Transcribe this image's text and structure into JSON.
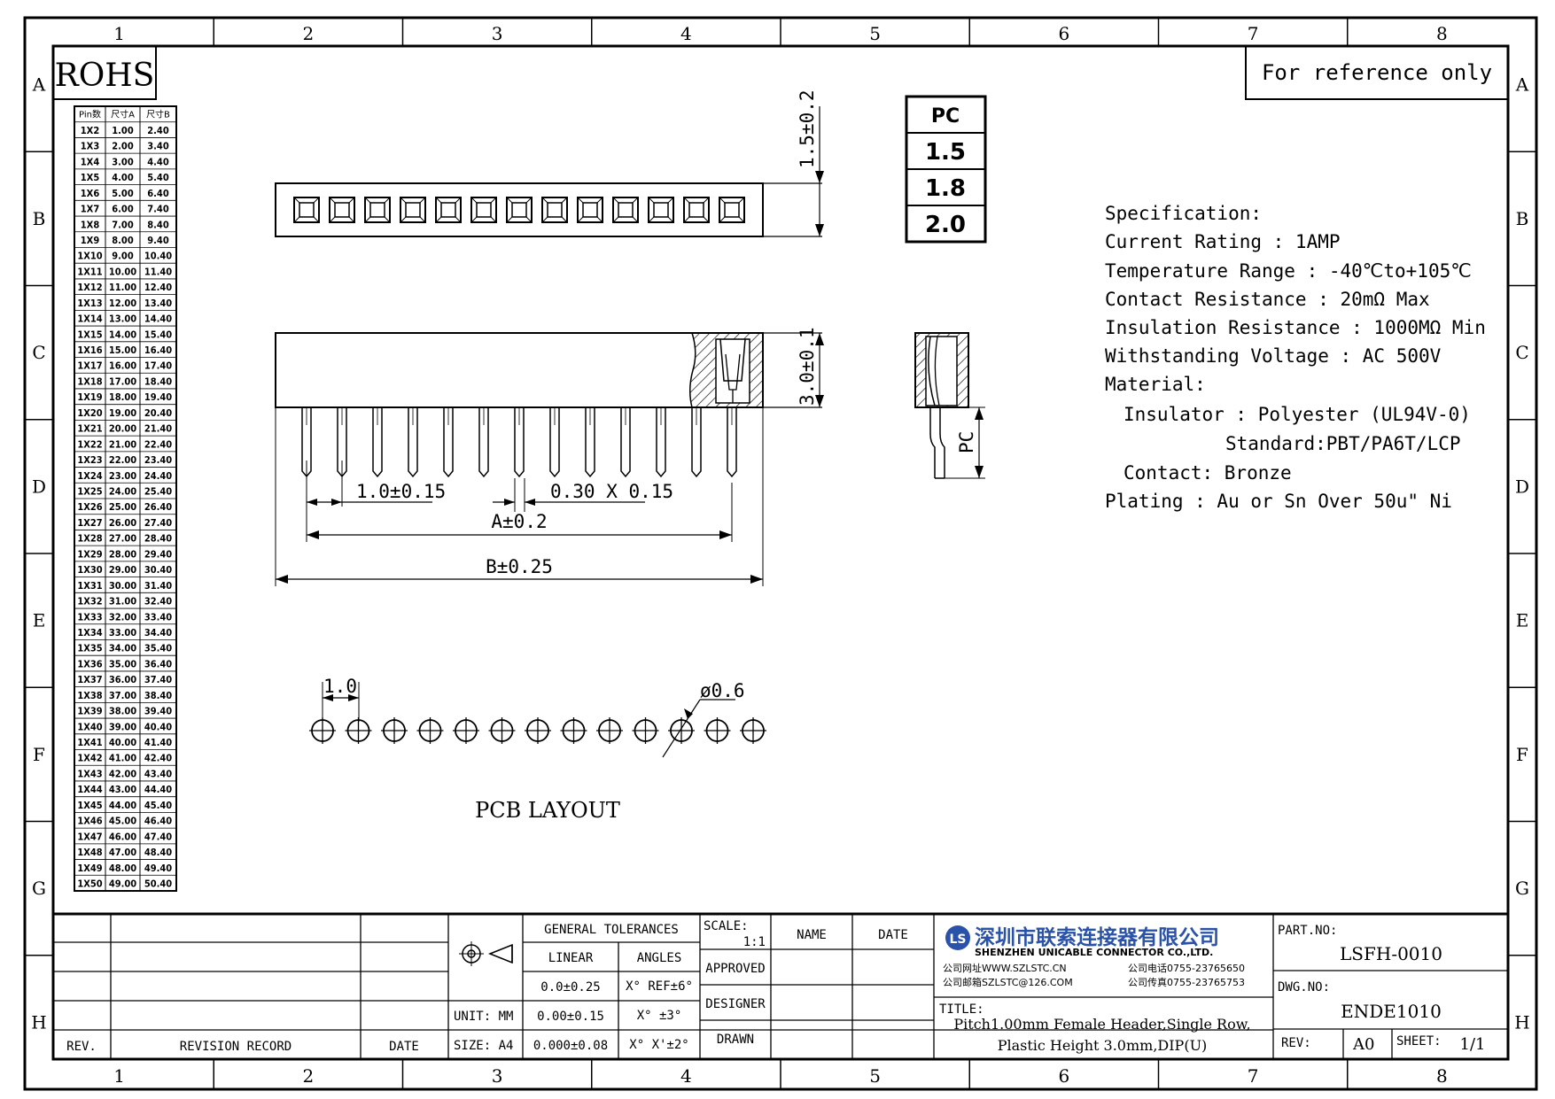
{
  "frame": {
    "col_labels": [
      "1",
      "2",
      "3",
      "4",
      "5",
      "6",
      "7",
      "8"
    ],
    "row_labels": [
      "A",
      "B",
      "C",
      "D",
      "E",
      "F",
      "G",
      "H"
    ]
  },
  "badges": {
    "rohs": "ROHS",
    "reference": "For reference only"
  },
  "pin_table": {
    "headers": [
      "Pin数",
      "尺寸A",
      "尺寸B"
    ],
    "rows": [
      [
        "1X2",
        "1.00",
        "2.40"
      ],
      [
        "1X3",
        "2.00",
        "3.40"
      ],
      [
        "1X4",
        "3.00",
        "4.40"
      ],
      [
        "1X5",
        "4.00",
        "5.40"
      ],
      [
        "1X6",
        "5.00",
        "6.40"
      ],
      [
        "1X7",
        "6.00",
        "7.40"
      ],
      [
        "1X8",
        "7.00",
        "8.40"
      ],
      [
        "1X9",
        "8.00",
        "9.40"
      ],
      [
        "1X10",
        "9.00",
        "10.40"
      ],
      [
        "1X11",
        "10.00",
        "11.40"
      ],
      [
        "1X12",
        "11.00",
        "12.40"
      ],
      [
        "1X13",
        "12.00",
        "13.40"
      ],
      [
        "1X14",
        "13.00",
        "14.40"
      ],
      [
        "1X15",
        "14.00",
        "15.40"
      ],
      [
        "1X16",
        "15.00",
        "16.40"
      ],
      [
        "1X17",
        "16.00",
        "17.40"
      ],
      [
        "1X18",
        "17.00",
        "18.40"
      ],
      [
        "1X19",
        "18.00",
        "19.40"
      ],
      [
        "1X20",
        "19.00",
        "20.40"
      ],
      [
        "1X21",
        "20.00",
        "21.40"
      ],
      [
        "1X22",
        "21.00",
        "22.40"
      ],
      [
        "1X23",
        "22.00",
        "23.40"
      ],
      [
        "1X24",
        "23.00",
        "24.40"
      ],
      [
        "1X25",
        "24.00",
        "25.40"
      ],
      [
        "1X26",
        "25.00",
        "26.40"
      ],
      [
        "1X27",
        "26.00",
        "27.40"
      ],
      [
        "1X28",
        "27.00",
        "28.40"
      ],
      [
        "1X29",
        "28.00",
        "29.40"
      ],
      [
        "1X30",
        "29.00",
        "30.40"
      ],
      [
        "1X31",
        "30.00",
        "31.40"
      ],
      [
        "1X32",
        "31.00",
        "32.40"
      ],
      [
        "1X33",
        "32.00",
        "33.40"
      ],
      [
        "1X34",
        "33.00",
        "34.40"
      ],
      [
        "1X35",
        "34.00",
        "35.40"
      ],
      [
        "1X36",
        "35.00",
        "36.40"
      ],
      [
        "1X37",
        "36.00",
        "37.40"
      ],
      [
        "1X38",
        "37.00",
        "38.40"
      ],
      [
        "1X39",
        "38.00",
        "39.40"
      ],
      [
        "1X40",
        "39.00",
        "40.40"
      ],
      [
        "1X41",
        "40.00",
        "41.40"
      ],
      [
        "1X42",
        "41.00",
        "42.40"
      ],
      [
        "1X43",
        "42.00",
        "43.40"
      ],
      [
        "1X44",
        "43.00",
        "44.40"
      ],
      [
        "1X45",
        "44.00",
        "45.40"
      ],
      [
        "1X46",
        "45.00",
        "46.40"
      ],
      [
        "1X47",
        "46.00",
        "47.40"
      ],
      [
        "1X48",
        "47.00",
        "48.40"
      ],
      [
        "1X49",
        "48.00",
        "49.40"
      ],
      [
        "1X50",
        "49.00",
        "50.40"
      ]
    ]
  },
  "pc_table": {
    "header": "PC",
    "values": [
      "1.5",
      "1.8",
      "2.0"
    ]
  },
  "dimensions": {
    "top_height": "1.5±0.2",
    "body_height": "3.0±0.1",
    "pitch": "1.0±0.15",
    "pin_size": "0.30 X 0.15",
    "dim_a": "A±0.2",
    "dim_b": "B±0.25",
    "pc_label": "PC",
    "pcb_pitch": "1.0",
    "hole_dia": "ø0.6",
    "pcb_layout": "PCB LAYOUT"
  },
  "spec": {
    "lines": [
      "Specification:",
      "Current Rating : 1AMP",
      "Temperature Range : -40℃to+105℃",
      "Contact Resistance : 20mΩ Max",
      "Insulation Resistance : 1000MΩ Min",
      "Withstanding Voltage : AC 500V",
      "Material:",
      "Insulator : Polyester (UL94V-0)",
      "Standard:PBT/PA6T/LCP",
      "Contact: Bronze",
      "Plating : Au or Sn Over 50u\" Ni"
    ]
  },
  "title_block": {
    "rev_header": "REV.",
    "revision_record": "REVISION RECORD",
    "date_header": "DATE",
    "unit": "UNIT: MM",
    "size": "SIZE: A4",
    "general_tolerances": "GENERAL TOLERANCES",
    "linear": "LINEAR",
    "angles": "ANGLES",
    "tol_linear": [
      "0.0±0.25",
      "0.00±0.15",
      "0.000±0.08"
    ],
    "tol_angles": [
      "X° REF±6°",
      "X° ±3°",
      "X° X'±2°"
    ],
    "scale_label": "SCALE:",
    "scale_value": "1:1",
    "name_header": "NAME",
    "date_header2": "DATE",
    "approved": "APPROVED",
    "designer": "DESIGNER",
    "drawn": "DRAWN",
    "company_cn": "深圳市联索连接器有限公司",
    "company_en": "SHENZHEN UNICABLE CONNECTOR CO.,LTD.",
    "website": "公司网址WWW.SZLSTC.CN",
    "email": "公司邮箱SZLSTC@126.COM",
    "phone": "公司电话0755-23765650",
    "fax": "公司传真0755-23765753",
    "title_label": "TITLE:",
    "title_line1": "Pitch1.00mm Female Header,Single Row,",
    "title_line2": "Plastic Height 3.0mm,DIP(U)",
    "part_no_label": "PART.NO:",
    "part_no": "LSFH-0010",
    "dwg_no_label": "DWG.NO:",
    "dwg_no": "ENDE1010",
    "rev_label": "REV:",
    "rev_value": "A0",
    "sheet_label": "SHEET:",
    "sheet_value": "1/1"
  }
}
